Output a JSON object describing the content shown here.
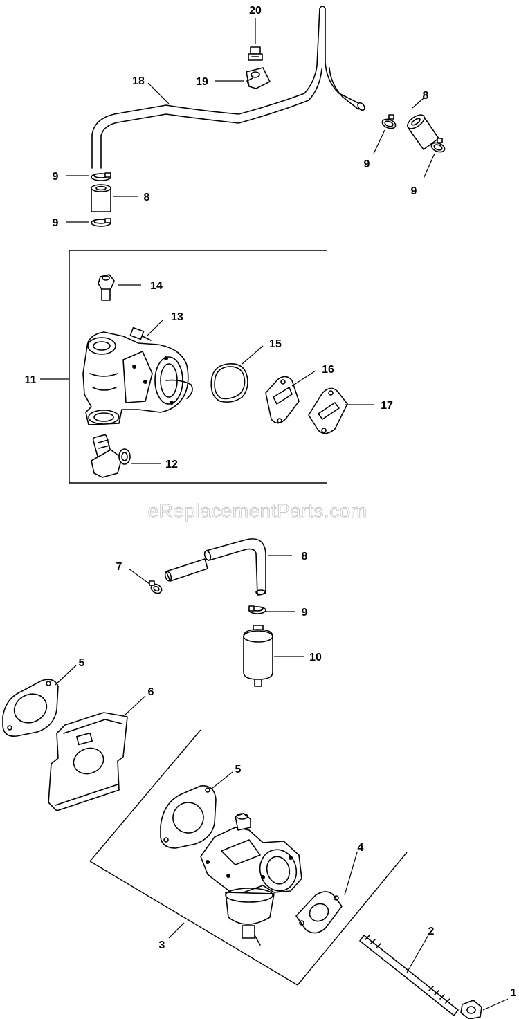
{
  "watermark": "eReplacementParts.com",
  "callouts": {
    "c1": "1",
    "c2": "2",
    "c3": "3",
    "c4": "4",
    "c5a": "5",
    "c5b": "5",
    "c6": "6",
    "c7": "7",
    "c8a": "8",
    "c8b": "8",
    "c8c": "8",
    "c9a": "9",
    "c9b": "9",
    "c9c": "9",
    "c9d": "9",
    "c9e": "9",
    "c10": "10",
    "c11": "11",
    "c12": "12",
    "c13": "13",
    "c14": "14",
    "c15": "15",
    "c16": "16",
    "c17": "17",
    "c18": "18",
    "c19": "19",
    "c20": "20"
  }
}
